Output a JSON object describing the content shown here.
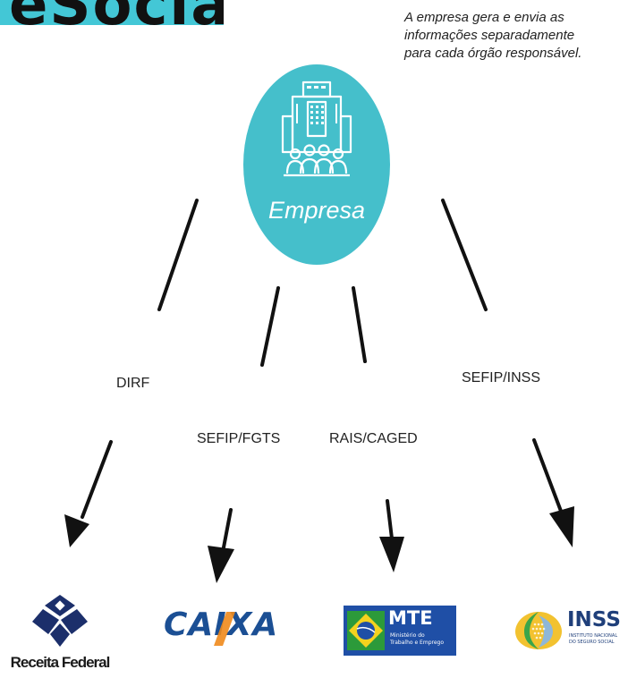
{
  "header": {
    "title": "eSocial"
  },
  "description": {
    "lines": [
      "A empresa gera e envia as",
      "informações separadamente",
      "para cada órgão responsável."
    ]
  },
  "center": {
    "label": "Empresa",
    "icon": "office-building-people-icon",
    "color": "#45bfcb"
  },
  "flows": [
    {
      "label": "DIRF",
      "target": "Receita Federal"
    },
    {
      "label": "SEFIP/FGTS",
      "target": "CAIXA"
    },
    {
      "label": "RAIS/CAGED",
      "target": "MTE"
    },
    {
      "label": "SEFIP/INSS",
      "target": "INSS"
    }
  ],
  "organs": {
    "receita": {
      "label": "Receita Federal",
      "icon": "receita-federal-logo-icon"
    },
    "caixa": {
      "label": "CAIXA",
      "icon": "caixa-logo-icon",
      "color": "#1b4f94"
    },
    "mte": {
      "label": "MTE",
      "subtitle_line1": "Ministério do",
      "subtitle_line2": "Trabalho e Emprego",
      "icon": "brazil-flag-icon",
      "color": "#1f4fa6"
    },
    "inss": {
      "label": "INSS",
      "subtitle_line1": "INSTITUTO NACIONAL",
      "subtitle_line2": "DO SEGURO SOCIAL",
      "icon": "inss-leaf-icon",
      "color": "#1f3f7a"
    }
  }
}
